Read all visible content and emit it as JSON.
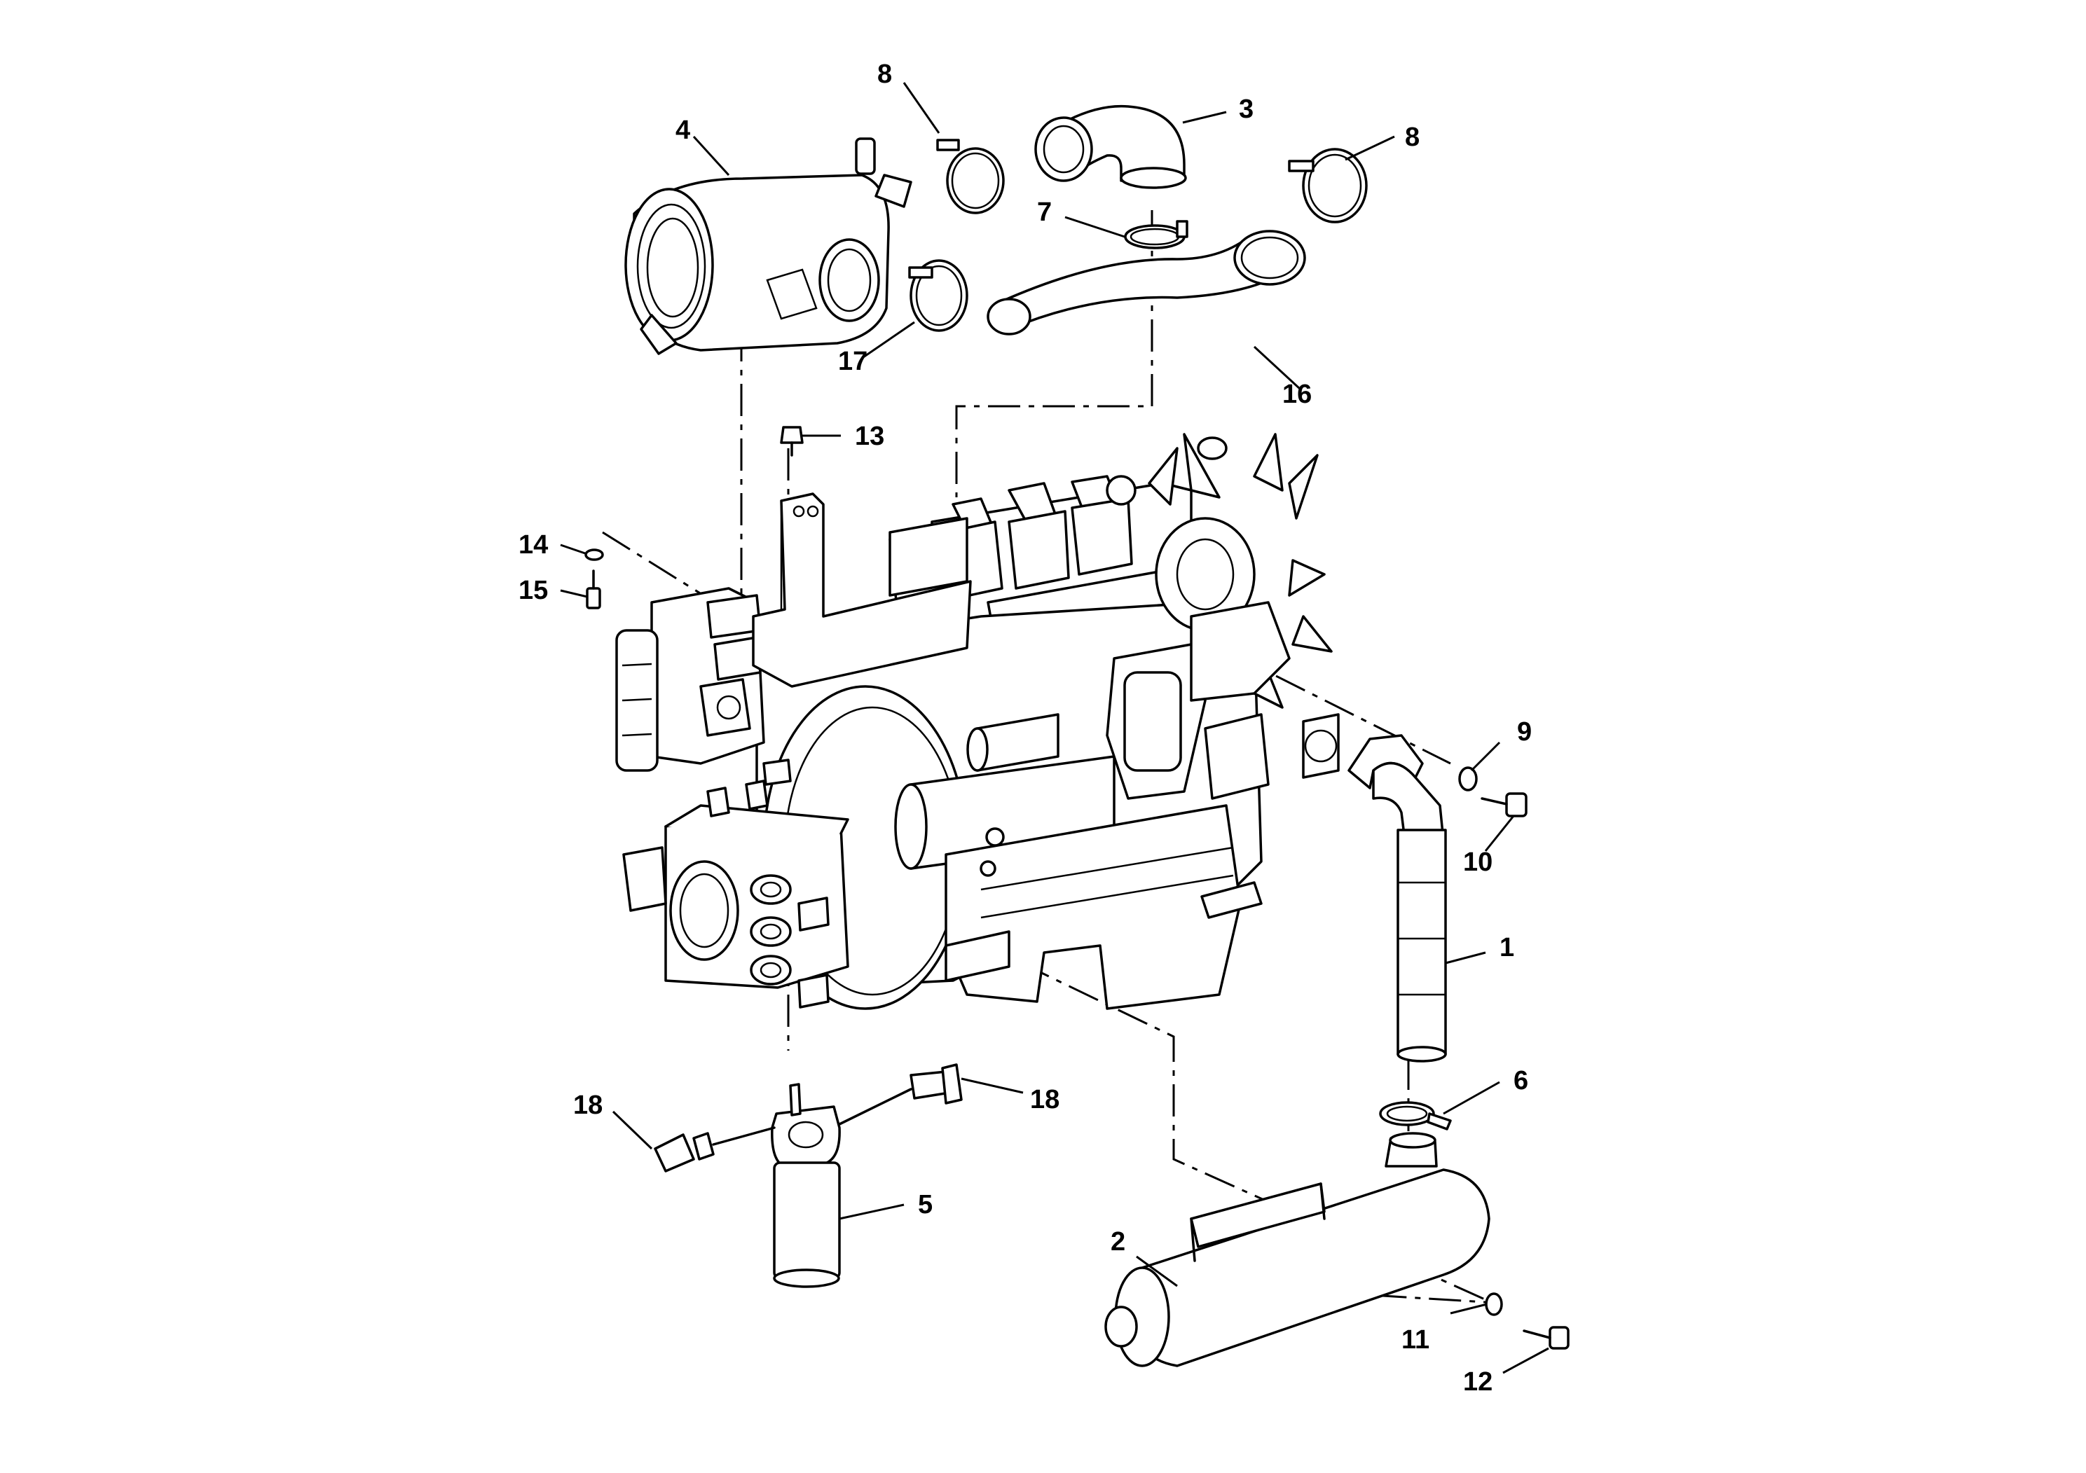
{
  "callouts": [
    {
      "key": "c1",
      "label": "1"
    },
    {
      "key": "c2",
      "label": "2"
    },
    {
      "key": "c3",
      "label": "3"
    },
    {
      "key": "c4",
      "label": "4"
    },
    {
      "key": "c5",
      "label": "5"
    },
    {
      "key": "c6",
      "label": "6"
    },
    {
      "key": "c7",
      "label": "7"
    },
    {
      "key": "c8a",
      "label": "8"
    },
    {
      "key": "c8b",
      "label": "8"
    },
    {
      "key": "c9",
      "label": "9"
    },
    {
      "key": "c10",
      "label": "10"
    },
    {
      "key": "c11",
      "label": "11"
    },
    {
      "key": "c12",
      "label": "12"
    },
    {
      "key": "c13",
      "label": "13"
    },
    {
      "key": "c14",
      "label": "14"
    },
    {
      "key": "c15",
      "label": "15"
    },
    {
      "key": "c16",
      "label": "16"
    },
    {
      "key": "c17",
      "label": "17"
    },
    {
      "key": "c18a",
      "label": "18"
    },
    {
      "key": "c18b",
      "label": "18"
    }
  ]
}
